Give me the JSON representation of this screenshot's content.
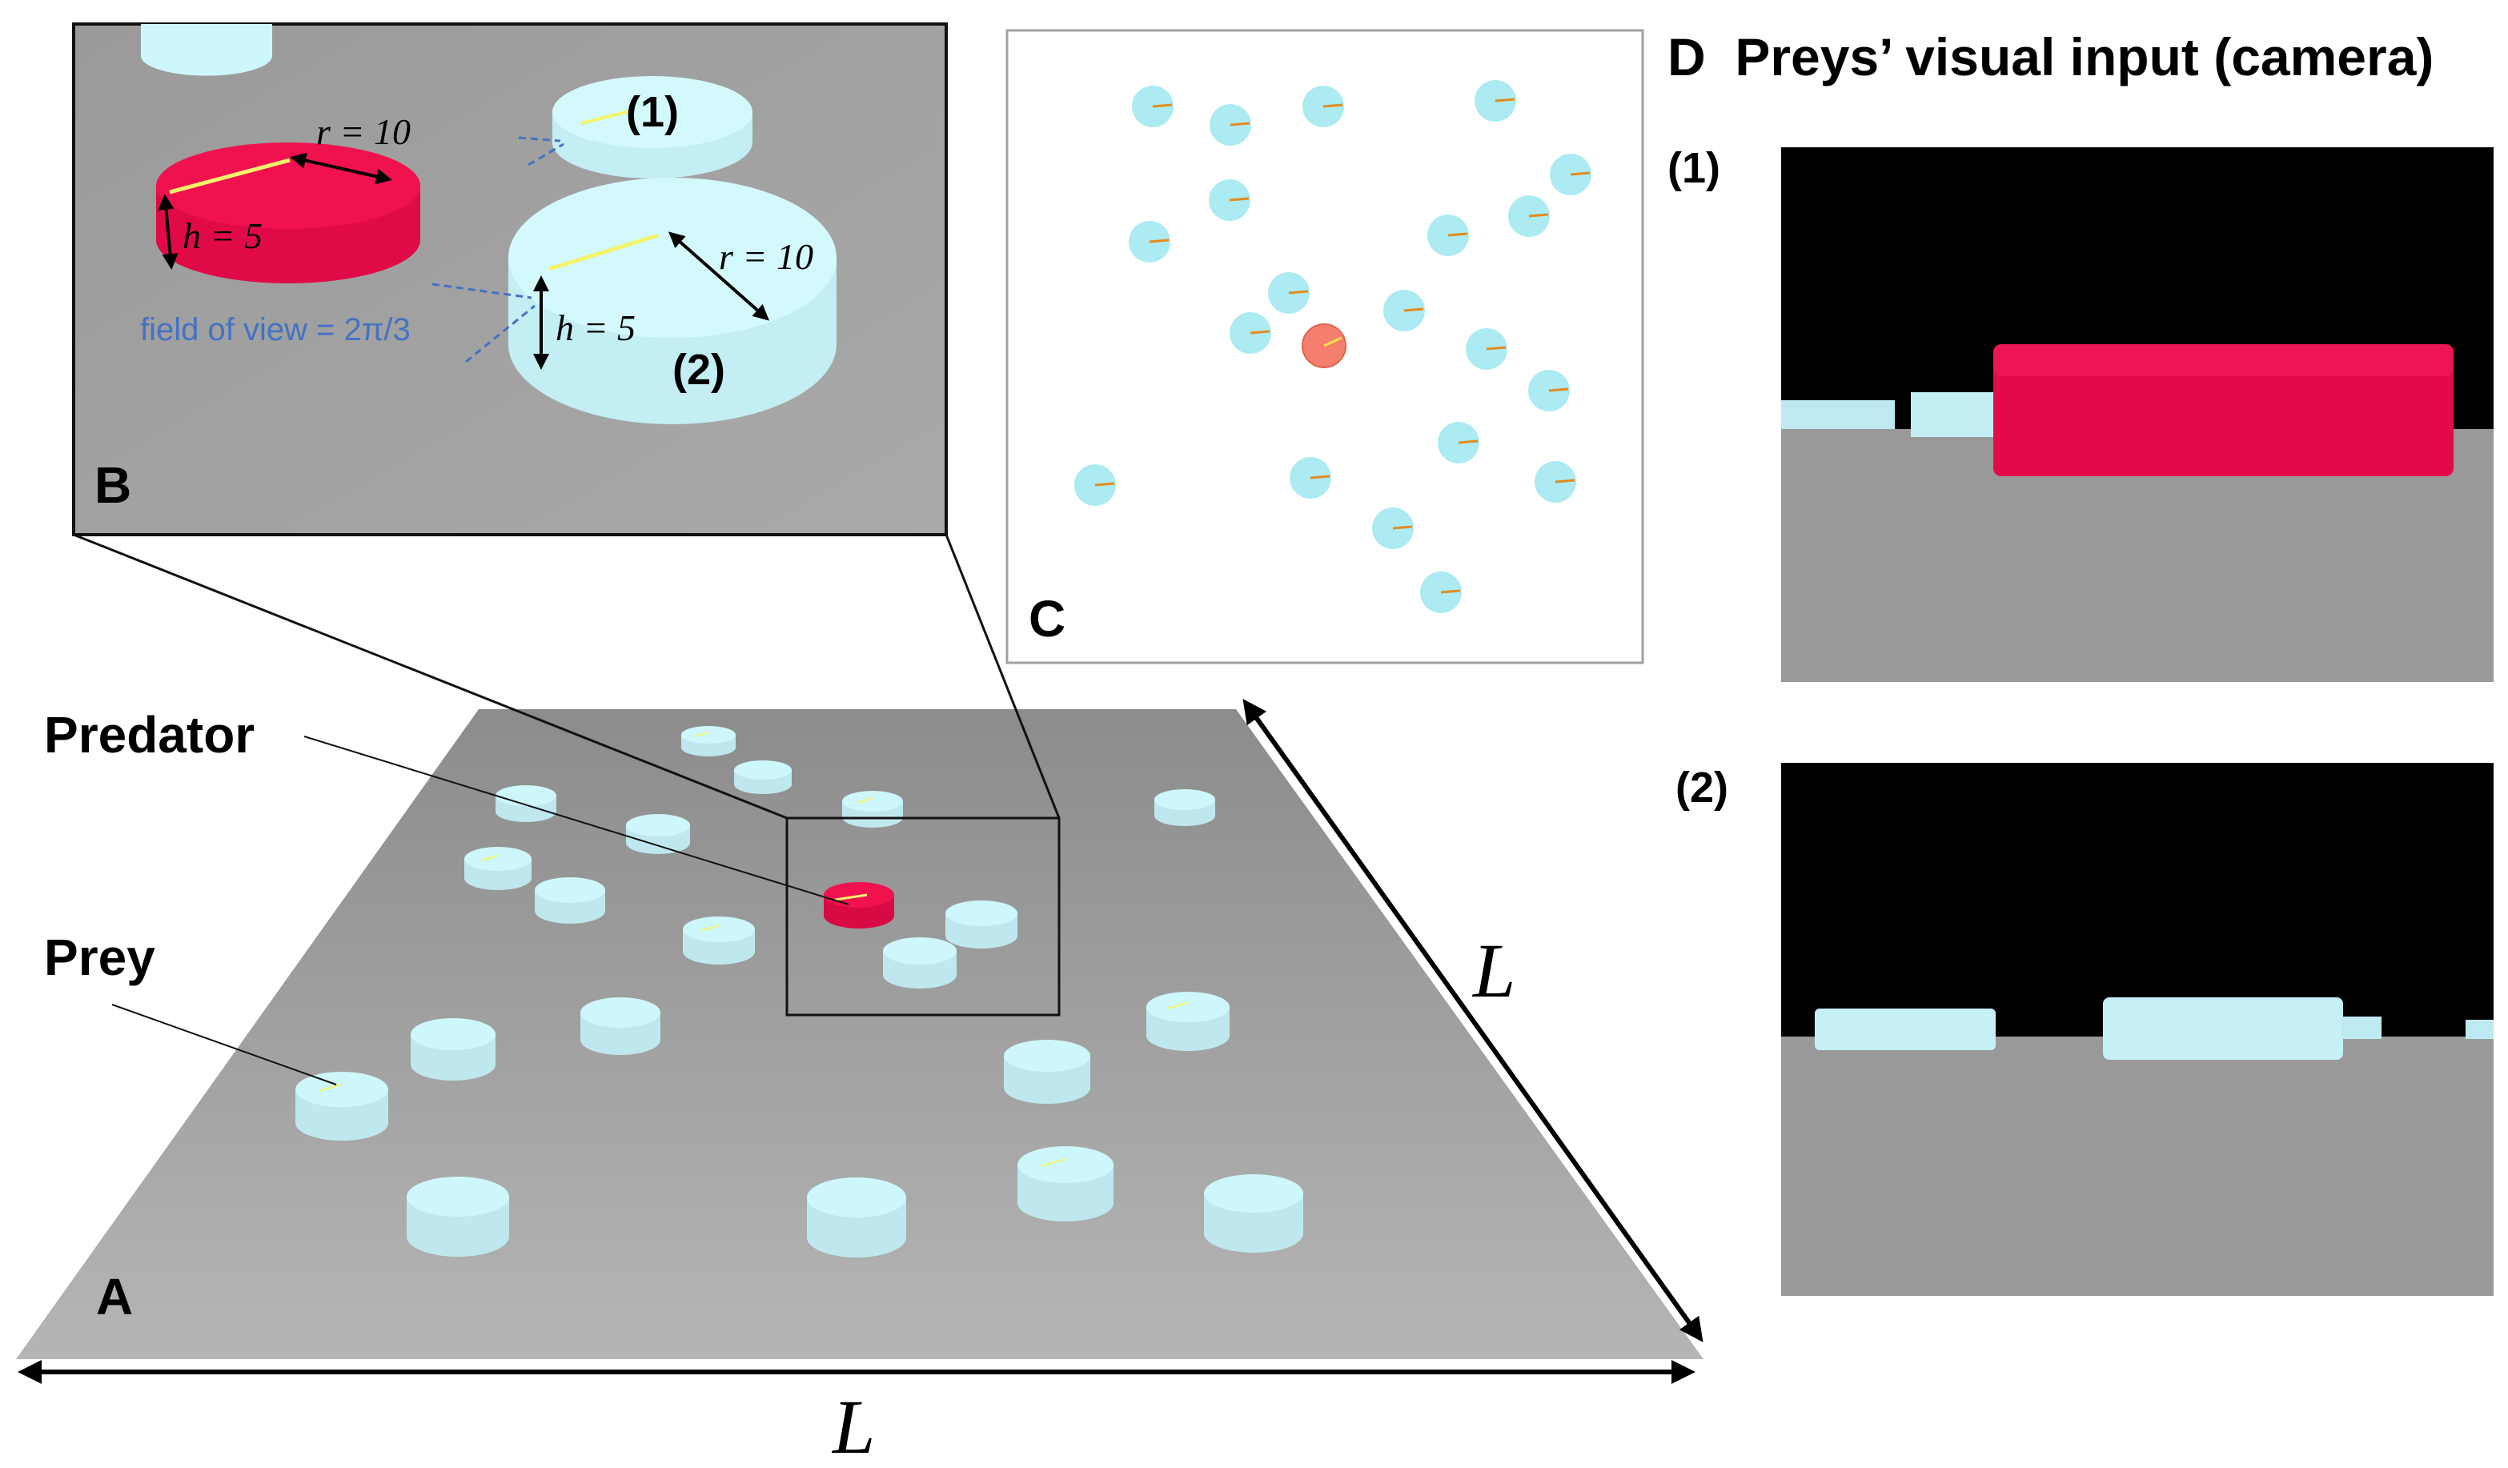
{
  "panels": {
    "a": {
      "letter": "A",
      "predator_label": "Predator",
      "prey_label": "Prey",
      "dim_bottom": "L",
      "dim_right": "L"
    },
    "b": {
      "letter": "B",
      "radius_label": "r = 10",
      "height_label": "h = 5",
      "fov_label": "field of view = 2π/3",
      "prey1_marker": "(1)",
      "prey2_marker": "(2)"
    },
    "c": {
      "letter": "C"
    },
    "d": {
      "title": "D  Preys’ visual input (camera)",
      "view1_label": "(1)",
      "view2_label": "(2)"
    }
  },
  "colors": {
    "prey": "#cdf7fb",
    "predator": "#f0114f",
    "floor": "#a6a6a6",
    "heading": "#f4f46a",
    "topview_prey": "#9ee7f0",
    "topview_predator": "#f47f6d",
    "topview_heading": "#e58a1c",
    "fov": "#4472c4"
  }
}
